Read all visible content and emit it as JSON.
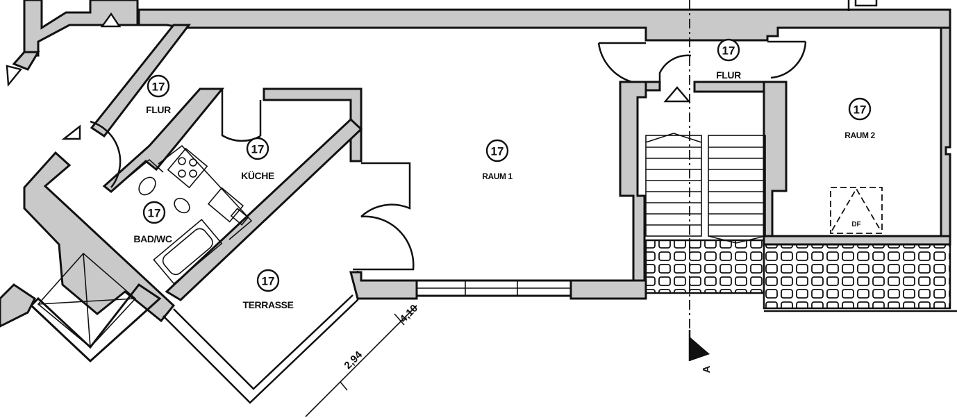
{
  "rooms": [
    {
      "number": "17",
      "name": "FLUR"
    },
    {
      "number": "17",
      "name": "KÜCHE"
    },
    {
      "number": "17",
      "name": "BAD/WC"
    },
    {
      "number": "17",
      "name": "RAUM 1"
    },
    {
      "number": "17",
      "name": "TERRASSE"
    },
    {
      "number": "17",
      "name": "FLUR"
    },
    {
      "number": "17",
      "name": "RAUM 2"
    }
  ],
  "section_marker": "A",
  "dimensions": [
    "4,10",
    "2,94"
  ],
  "window_label": "DF"
}
